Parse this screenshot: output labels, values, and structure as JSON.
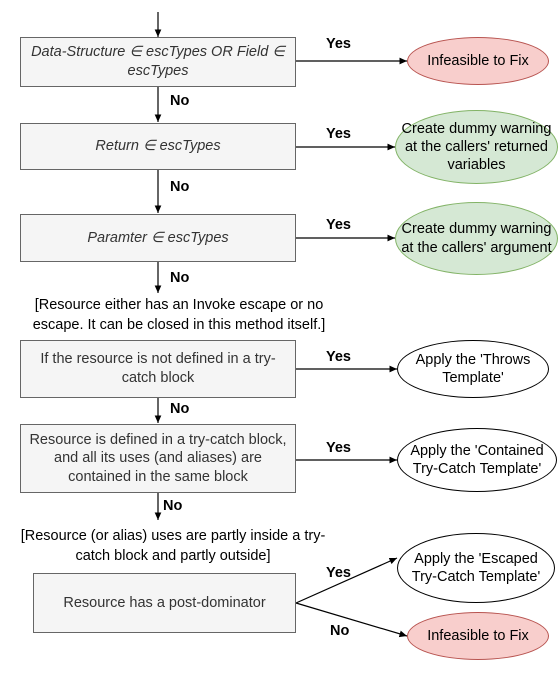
{
  "checks": [
    {
      "id": "data-structure",
      "text": "Data-Structure ∈ escTypes OR Field ∈ escTypes"
    },
    {
      "id": "return",
      "text": "Return ∈ escTypes"
    },
    {
      "id": "paramter",
      "text": "Paramter ∈ escTypes"
    },
    {
      "id": "not-defined",
      "text": "If the resource is not defined in a try-catch block"
    },
    {
      "id": "contained",
      "text": "Resource is defined in a try-catch block, and all its uses (and aliases) are contained in the same block"
    },
    {
      "id": "post-dominator",
      "text": "Resource has a post-dominator"
    }
  ],
  "outcomes": [
    {
      "id": "infeasible-1",
      "text": "Infeasible to Fix",
      "color": "#f8cecc"
    },
    {
      "id": "dummy-returned",
      "text": "Create dummy warning at the callers' returned variables",
      "color": "#d5e8d4"
    },
    {
      "id": "dummy-argument",
      "text": "Create dummy warning at the callers' argument",
      "color": "#d5e8d4"
    },
    {
      "id": "throws",
      "text": "Apply the 'Throws Template'",
      "color": "#ffffff"
    },
    {
      "id": "contained-template",
      "text": "Apply the 'Contained Try-Catch Template'",
      "color": "#ffffff"
    },
    {
      "id": "escaped-template",
      "text": "Apply the 'Escaped Try-Catch Template'",
      "color": "#ffffff"
    },
    {
      "id": "infeasible-2",
      "text": "Infeasible to Fix",
      "color": "#f8cecc"
    }
  ],
  "notes": [
    {
      "id": "invoke-escape",
      "text": "[Resource either has an Invoke escape or no escape. It can be closed in this method itself.]"
    },
    {
      "id": "partly-inside",
      "text": "[Resource (or alias) uses are partly inside a try-catch block and partly outside]"
    }
  ],
  "labels": {
    "yes": "Yes",
    "no": "No"
  }
}
